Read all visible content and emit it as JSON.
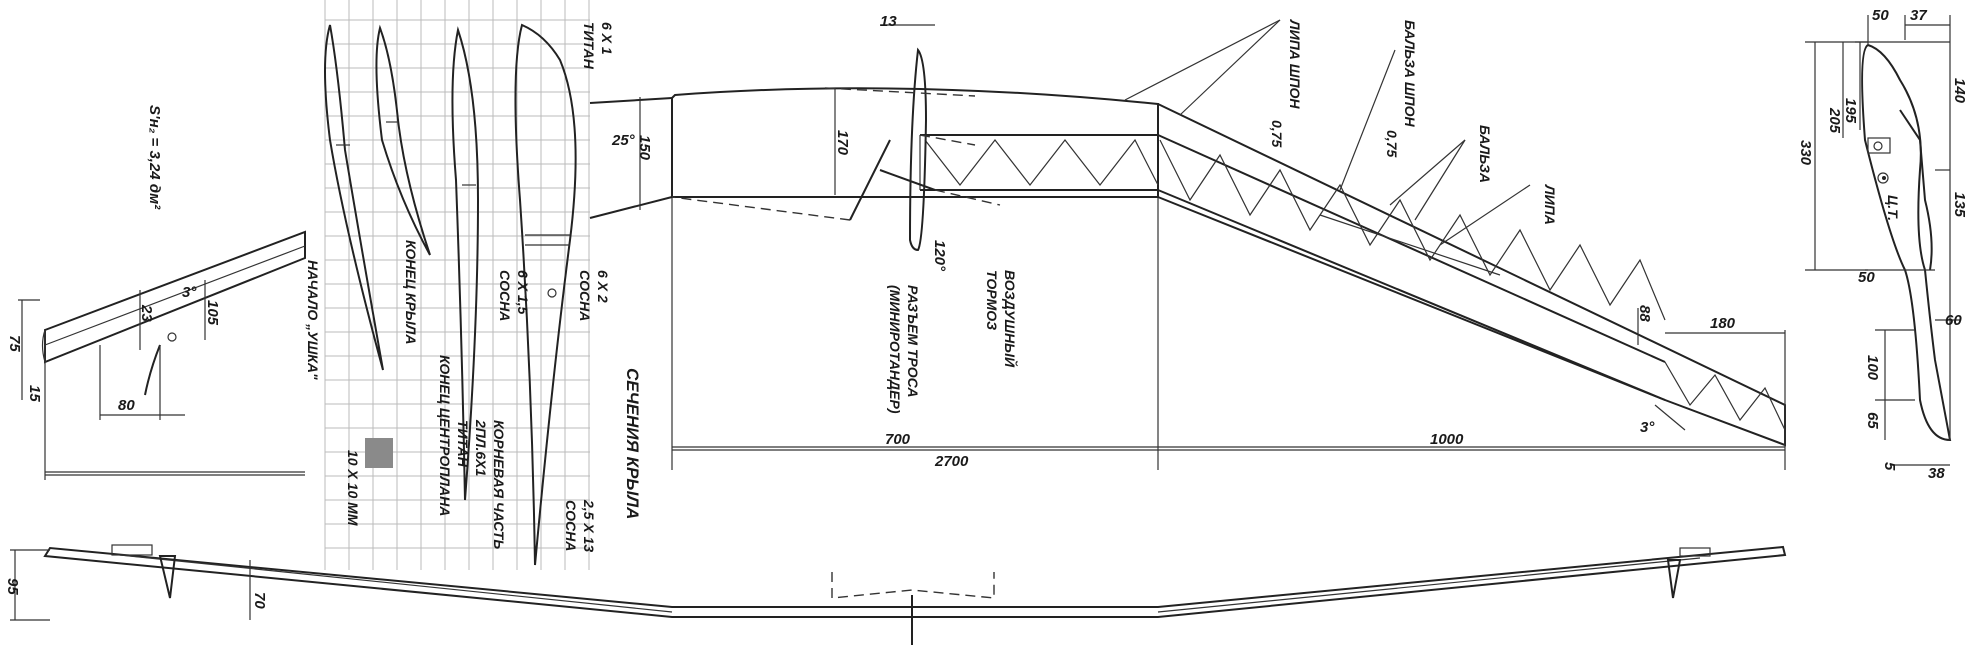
{
  "formula": "S'н₂ = 3,24 дм²",
  "sections_title": "СЕЧЕНИЯ КРЫЛА",
  "grid_label": "10 X 10 ММ",
  "labels": {
    "ear_start": "НАЧАЛО „УШКА\"",
    "wing_end": "КОНЕЦ КРЫЛА",
    "center_end": "КОНЕЦ ЦЕНТРОПЛАНА",
    "root_part": "КОРНЕВАЯ ЧАСТЬ",
    "two_pl": "2ПЛ.6X1",
    "titan": "ТИТАН",
    "titan2": "ТИТАН",
    "sosna_6x15": "6 X 1,5",
    "sosna_a": "СОСНА",
    "sosna_6x2": "6 X 2",
    "sosna_b": "СОСНА",
    "sosna_25x13": "2,5 X 13",
    "sosna_c": "СОСНА",
    "spec_6x1": "6 X 1",
    "lipa_shpon": "ЛИПА ШПОН",
    "lipa_shpon_t": "0,75",
    "balsa_shpon": "БАЛЬЗА ШПОН",
    "balsa_shpon_t": "0,75",
    "balsa": "БАЛЬЗА",
    "lipa": "ЛИПА",
    "cable_release": "РАЗЪЕМ ТРОСА",
    "minirotander": "(МИНИРОТАНДЕР)",
    "air_brake": "ВОЗДУШНЫЙ",
    "air_brake2": "ТОРМОЗ",
    "cg": "Ц.Т."
  },
  "dims": {
    "d13": "13",
    "d150": "150",
    "d170": "170",
    "a25": "25°",
    "a120": "120°",
    "a3": "3°",
    "a3b": "3°",
    "d700": "700",
    "d2700": "2700",
    "d1000": "1000",
    "d180": "180",
    "d88": "88",
    "d105": "105",
    "d23": "23",
    "d75": "75",
    "d15": "15",
    "d80": "80",
    "d95": "95",
    "d70": "70",
    "d50a": "50",
    "d37": "37",
    "d140": "140",
    "d195": "195",
    "d205": "205",
    "d330": "330",
    "d135": "135",
    "d50b": "50",
    "d60": "60",
    "d100": "100",
    "d65": "65",
    "d5": "5",
    "d38": "38"
  }
}
